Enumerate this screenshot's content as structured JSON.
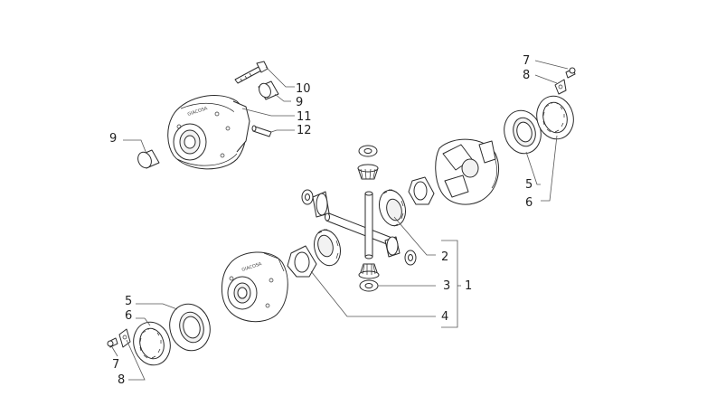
{
  "callouts": {
    "c1": "1",
    "c2": "2",
    "c3": "3",
    "c4": "4",
    "c5_top": "5",
    "c6_top": "6",
    "c7_top": "7",
    "c8_top": "8",
    "c5_bottom": "5",
    "c6_bottom": "6",
    "c7_bottom": "7",
    "c8_bottom": "8",
    "c9_left": "9",
    "c9_upper": "9",
    "c10": "10",
    "c11": "11",
    "c12": "12"
  },
  "colors": {
    "line": "#2b2b2b",
    "leader": "#555555",
    "background": "#ffffff"
  }
}
